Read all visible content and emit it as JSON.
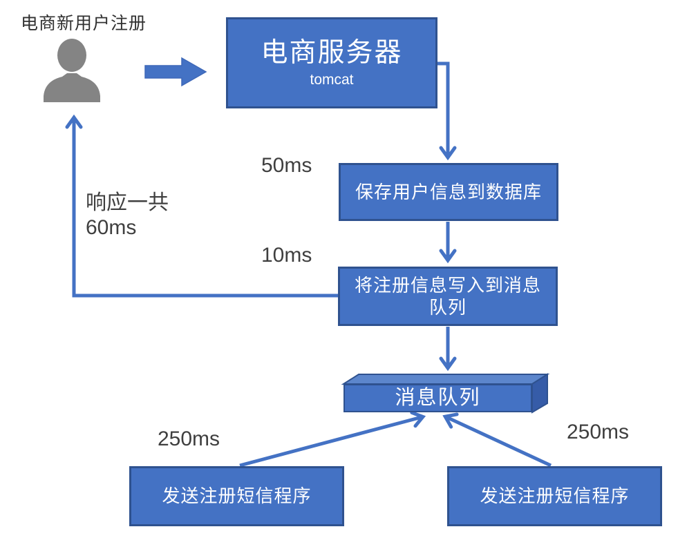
{
  "diagram": {
    "title": "电商新用户注册",
    "server": {
      "name": "电商服务器",
      "subtitle": "tomcat"
    },
    "boxes": {
      "save_db": {
        "label": "保存用户信息到数据库"
      },
      "write_mq": {
        "line1": "将注册信息写入到消息",
        "line2": "队列"
      },
      "queue": {
        "label": "消息队列"
      },
      "sms_left": {
        "label": "发送注册短信程序"
      },
      "sms_right": {
        "label": "发送注册短信程序"
      }
    },
    "labels": {
      "save_time": "50ms",
      "write_time": "10ms",
      "response_line1": "响应一共",
      "response_line2": "60ms",
      "sms_left_time": "250ms",
      "sms_right_time": "250ms"
    },
    "icons": {
      "user": "person-icon"
    },
    "colors": {
      "box_fill": "#4472C4",
      "box_border": "#2F528F",
      "queue_top_face": "#5C86CC",
      "queue_side_face": "#365CA8",
      "arrow": "#4472C4",
      "person_gray": "#848484",
      "label_text": "#3F3F3F",
      "box_text": "#FFFFFF",
      "background": "#FFFFFF"
    }
  }
}
